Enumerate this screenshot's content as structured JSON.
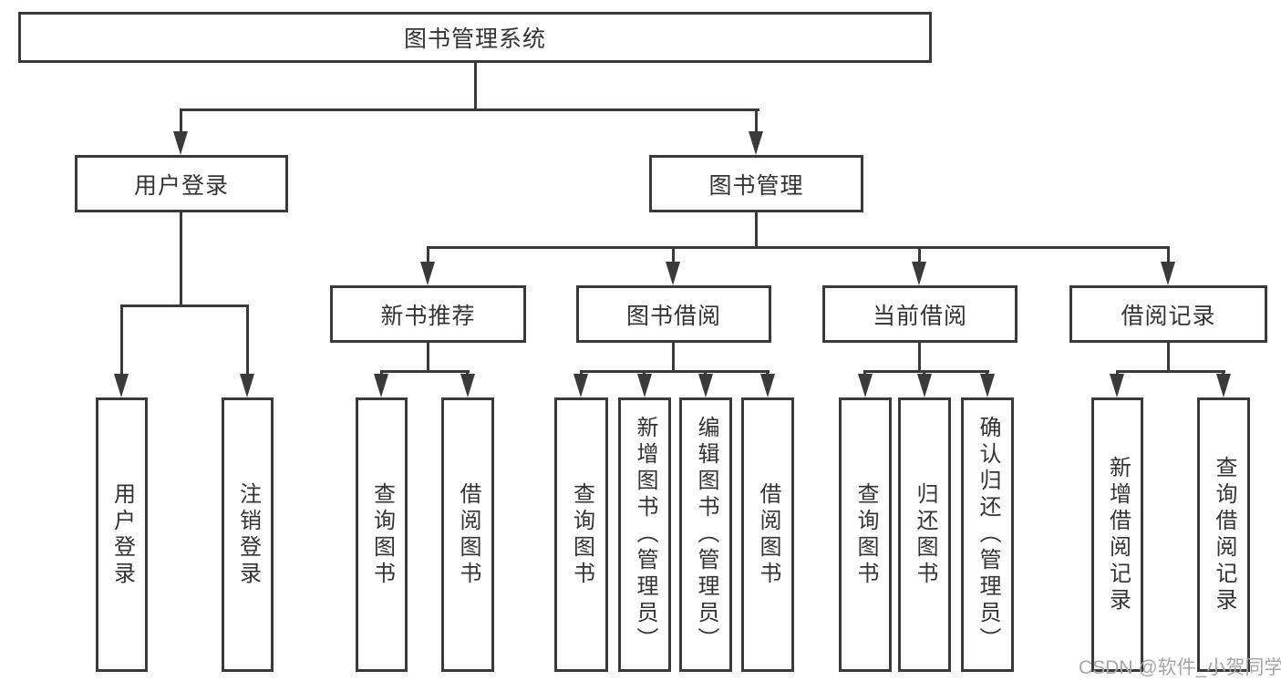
{
  "tree": {
    "label": "图书管理系统",
    "children": [
      {
        "label": "用户登录",
        "children": [
          {
            "label": "用户登录"
          },
          {
            "label": "注销登录"
          }
        ]
      },
      {
        "label": "图书管理",
        "children": [
          {
            "label": "新书推荐",
            "children": [
              {
                "label": "查询图书"
              },
              {
                "label": "借阅图书"
              }
            ]
          },
          {
            "label": "图书借阅",
            "children": [
              {
                "label": "查询图书"
              },
              {
                "label": "新增图书（管理员）"
              },
              {
                "label": "编辑图书（管理员）"
              },
              {
                "label": "借阅图书"
              }
            ]
          },
          {
            "label": "当前借阅",
            "children": [
              {
                "label": "查询图书"
              },
              {
                "label": "归还图书"
              },
              {
                "label": "确认归还（管理员）"
              }
            ]
          },
          {
            "label": "借阅记录",
            "children": [
              {
                "label": "新增借阅记录"
              },
              {
                "label": "查询借阅记录"
              }
            ]
          }
        ]
      }
    ]
  },
  "watermark": {
    "text": "CSDN @软件_小贺同学"
  },
  "colors": {
    "line": "#3a3a3a",
    "box_border": "#3a3a3a",
    "text": "#333333",
    "background": "#ffffff",
    "watermark": "#a6a6a6"
  }
}
